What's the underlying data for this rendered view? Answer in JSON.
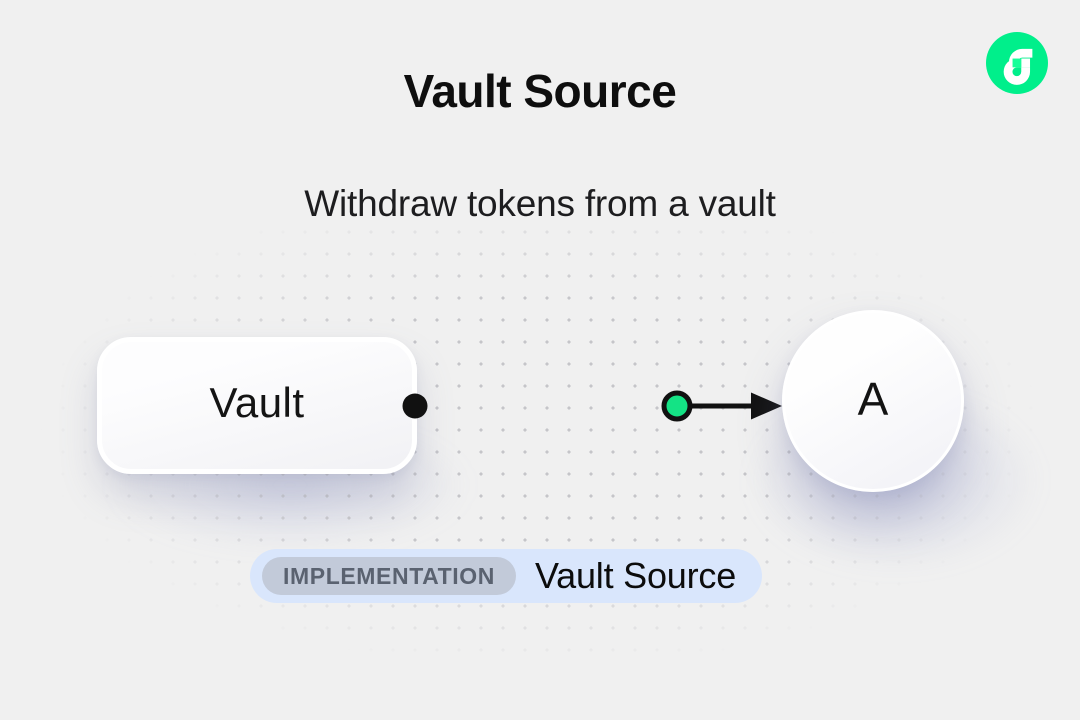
{
  "page": {
    "background": "#F0F0F0"
  },
  "header": {
    "title": "Vault Source",
    "subtitle": "Withdraw tokens from a vault"
  },
  "logo": {
    "name": "flow-logo",
    "color": "#00EF8B",
    "accent": "#16FF99"
  },
  "diagram": {
    "vault_node": {
      "label": "Vault"
    },
    "account_node": {
      "label": "A"
    },
    "edge": {
      "line_color": "#111111",
      "marker_color": "#14E385"
    }
  },
  "badge": {
    "tag": "IMPLEMENTATION",
    "label": "Vault Source",
    "background": "#D9E6FC",
    "tag_background": "#C2CAD9"
  }
}
